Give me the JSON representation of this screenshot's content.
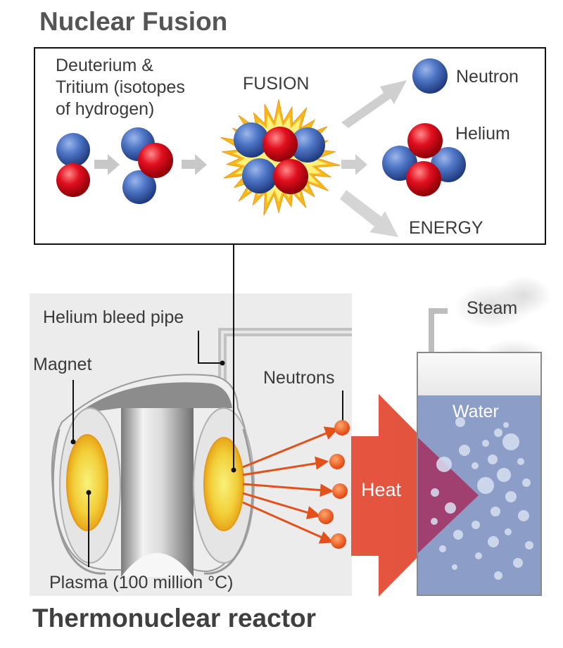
{
  "fusion_panel": {
    "title": "Nuclear Fusion",
    "reactants_label": [
      "Deuterium &",
      "Tritium (isotopes",
      "of hydrogen)"
    ],
    "fusion_label": "FUSION",
    "neutron_label": "Neutron",
    "helium_label": "Helium",
    "energy_label": "ENERGY"
  },
  "reactor_panel": {
    "title": "Thermonuclear reactor",
    "helium_pipe_label": "Helium bleed pipe",
    "magnet_label": "Magnet",
    "neutrons_label": "Neutrons",
    "heat_label": "Heat",
    "plasma_label": "Plasma (100 million °C)",
    "water_label": "Water",
    "steam_label": "Steam"
  },
  "colors": {
    "neutron": "#3f66b5",
    "proton": "#d9061a",
    "arrow_grey": "#c8c8c8",
    "plasma": "#f0ba1c",
    "heat": "#e4523f",
    "water": "#8c9dc8"
  }
}
